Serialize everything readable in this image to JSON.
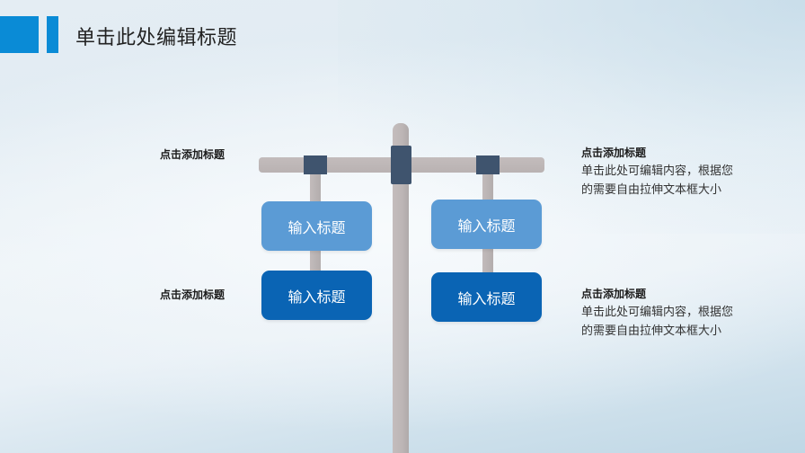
{
  "header": {
    "title": "单击此处编辑标题",
    "accent_color": "#0a8bd6"
  },
  "diagram": {
    "signs": [
      {
        "label": "输入标题",
        "side": "left",
        "position": "top",
        "color": "#5b9bd5"
      },
      {
        "label": "输入标题",
        "side": "left",
        "position": "bottom",
        "color": "#0a64b4"
      },
      {
        "label": "输入标题",
        "side": "right",
        "position": "top",
        "color": "#5b9bd5"
      },
      {
        "label": "输入标题",
        "side": "right",
        "position": "bottom",
        "color": "#0a64b4"
      }
    ],
    "post_color": "#bcb5b5",
    "clamp_color": "#3f546e"
  },
  "left_labels": [
    {
      "text": "点击添加标题"
    },
    {
      "text": "点击添加标题"
    }
  ],
  "right_descriptions": [
    {
      "title": "点击添加标题",
      "body": "单击此处可编辑内容，根据您的需要自由拉伸文本框大小"
    },
    {
      "title": "点击添加标题",
      "body": "单击此处可编辑内容，根据您的需要自由拉伸文本框大小"
    }
  ]
}
